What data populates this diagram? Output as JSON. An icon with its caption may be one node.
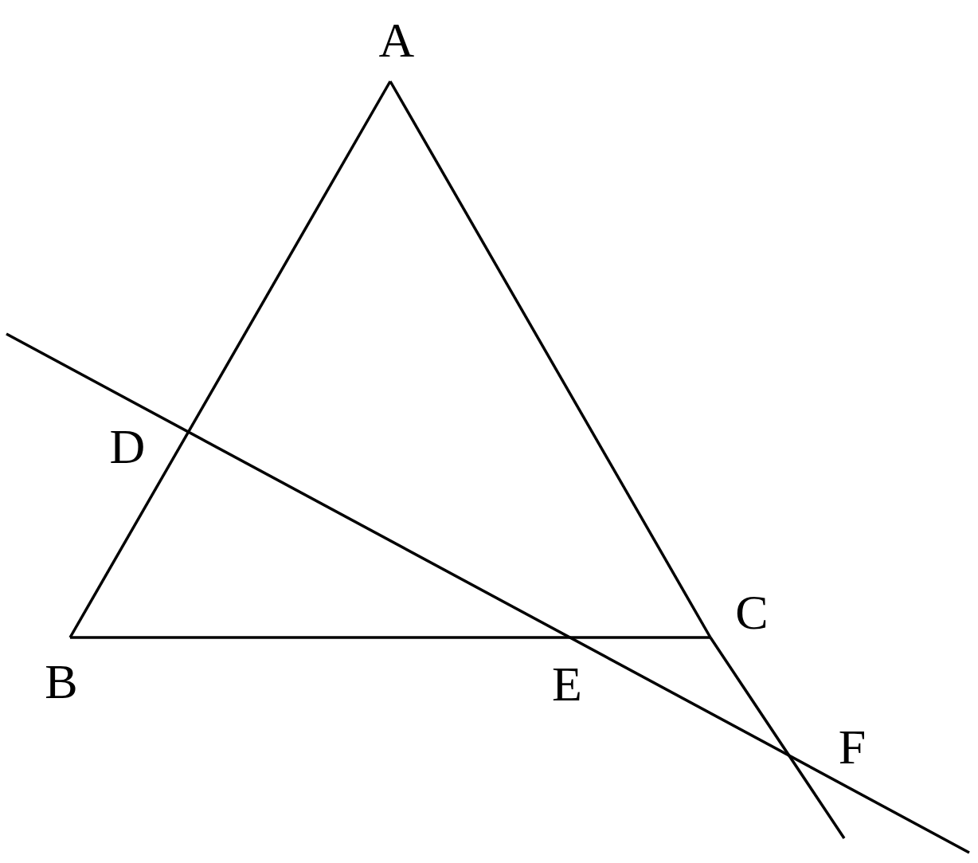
{
  "diagram": {
    "labels": [
      "A",
      "D",
      "C",
      "B",
      "E",
      "F"
    ]
  }
}
